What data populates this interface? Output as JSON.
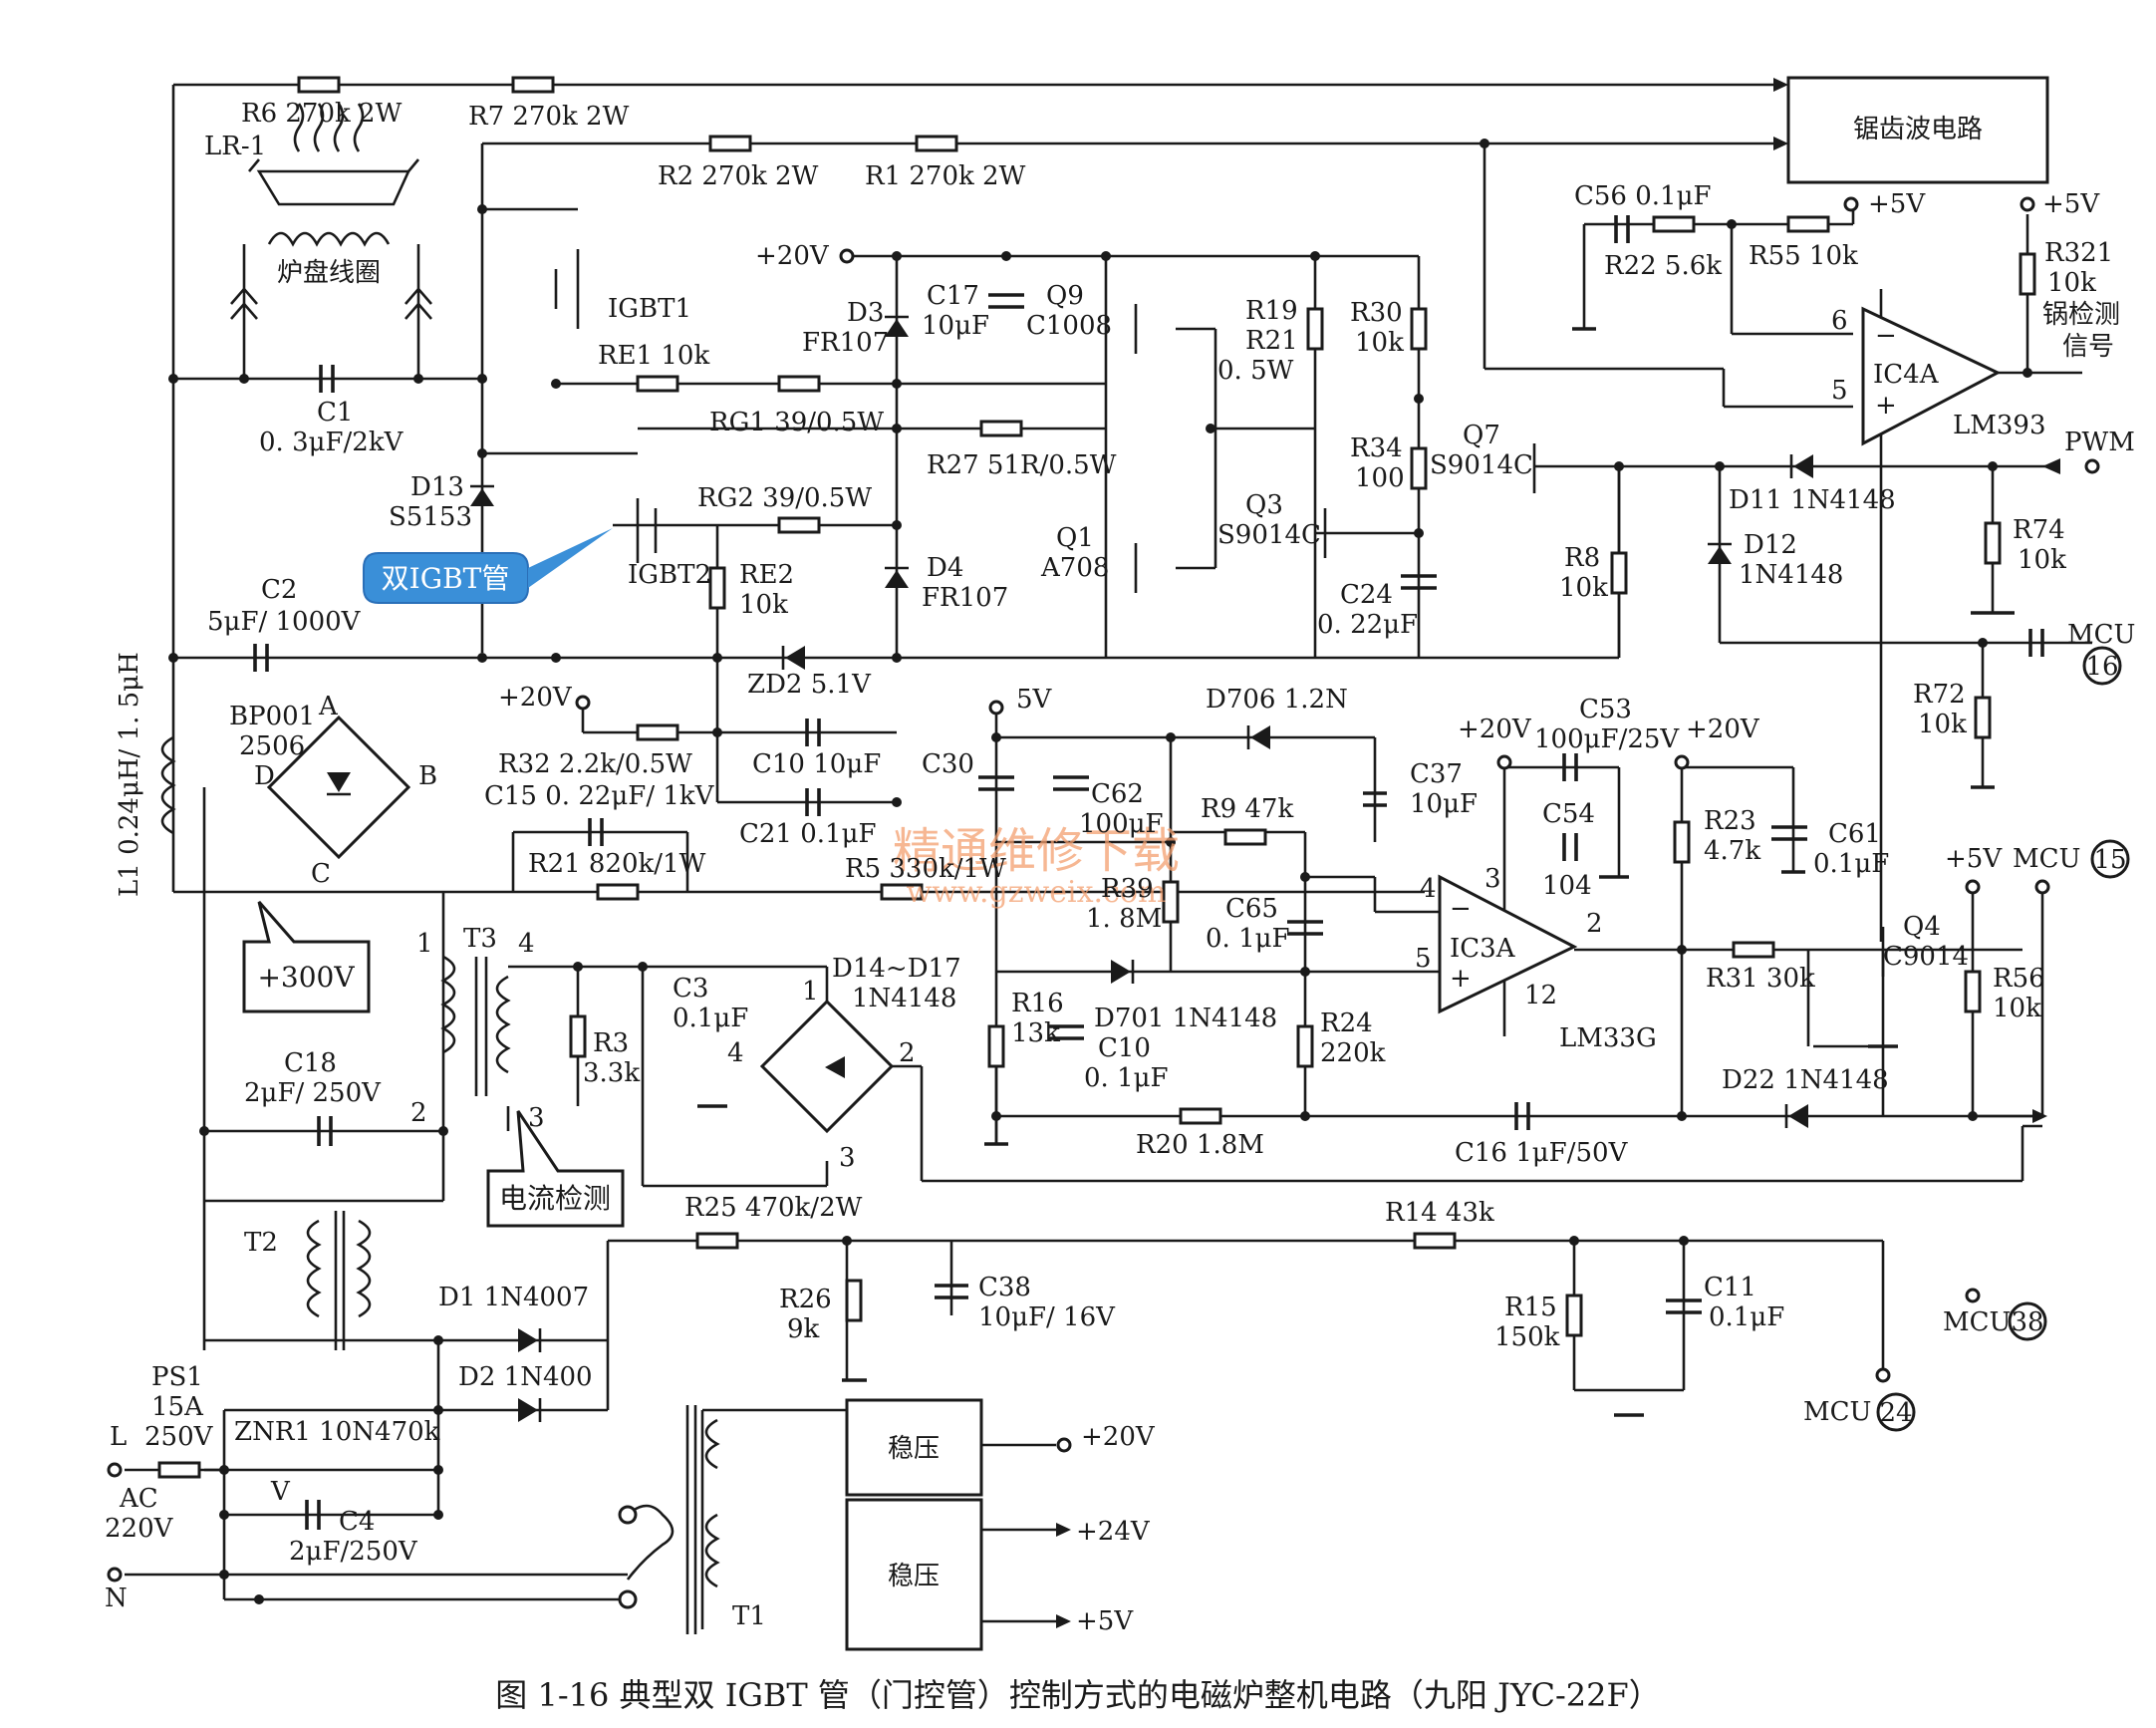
{
  "caption": "图 1-16   典型双 IGBT 管（门控管）控制方式的电磁炉整机电路（九阳 JYC-22F）",
  "callouts": {
    "dual_igbt": "双IGBT管",
    "v300": "+300V",
    "current_detect": "电流检测"
  },
  "watermark": {
    "text": "精通维修下载",
    "url": "www.gzweix.com"
  },
  "blocks": {
    "sawtooth": "锯齿波电路",
    "reg1": "稳压",
    "reg2": "稳压"
  },
  "ics": {
    "ic4a": {
      "name": "IC4A",
      "part": "LM393",
      "pin6": "6",
      "pin5": "5"
    },
    "ic3a": {
      "name": "IC3A",
      "part": "LM33G",
      "pin4": "4",
      "pin3": "3",
      "pin5": "5",
      "pin2": "2",
      "pin12": "12"
    }
  },
  "labels": {
    "r6": "R6 270k 2W",
    "r7": "R7 270k 2W",
    "lr1": "LR-1",
    "coil": "炉盘线圈",
    "r2": "R2 270k 2W",
    "r1": "R1 270k 2W",
    "c1": "C1",
    "c1v": "0. 3μF/2kV",
    "igbt1": "IGBT1",
    "re1": "RE1 10k",
    "rg1": "RG1 39/0.5W",
    "d13": "D13",
    "d13v": "S5153",
    "rg2": "RG2 39/0.5W",
    "igbt2": "IGBT2",
    "re2": "RE2",
    "re2v": "10k",
    "c2": "C2",
    "c2v": "5μF/ 1000V",
    "l1": "L1 0.24μH/ 1. 5μH",
    "bp": "BP001",
    "bpv": "2506",
    "bpA": "A",
    "bpB": "B",
    "bpC": "C",
    "bpD": "D",
    "v20a": "+20V",
    "d3": "D3",
    "d3v": "FR107",
    "c17": "C17",
    "c17v": "10μF",
    "q9": "Q9",
    "q9v": "C1008",
    "r27": "R27 51R/0.5W",
    "r19": "R19",
    "r21x": "R21",
    "r19v": "0. 5W",
    "r30": "R30",
    "r30v": "10k",
    "r34": "R34",
    "r34v": "100",
    "q7": "Q7",
    "q7v": "S9014C",
    "q3": "Q3",
    "q3v": "S9014C",
    "q1": "Q1",
    "q1v": "A708",
    "d4": "D4",
    "d4v": "FR107",
    "c24": "C24",
    "c24v": "0. 22μF",
    "c56": "C56 0.1μF",
    "r22": "R22 5.6k",
    "r55": "R55 10k",
    "p5va": "+5V",
    "p5vb": "+5V",
    "r321": "R321",
    "r321v": "10k",
    "pot1": "锅检测",
    "pot2": "信号",
    "pwm": "PWM",
    "d11": "D11 1N4148",
    "d12": "D12",
    "d12v": "1N4148",
    "r8": "R8",
    "r8v": "10k",
    "r74": "R74",
    "r74v": "10k",
    "mcu16": "MCU",
    "n16": "16",
    "r72": "R72",
    "r72v": "10k",
    "zd2": "ZD2 5.1V",
    "v20b": "+20V",
    "r32": "R32 2.2k/0.5W",
    "c15": "C15  0. 22μF/ 1kV",
    "c10a": "C10 10μF",
    "c30": "C30",
    "v5": "5V",
    "d706": "D706 1.2N",
    "c62": "C62",
    "c62v": "100μF",
    "c37": "C37",
    "c37v": "10μF",
    "r9": "R9 47k",
    "c21": "C21 0.1μF",
    "r21": "R21 820k/1W",
    "r5": "R5 330k/1W",
    "r39": "R39",
    "r39v": "1. 8M",
    "c65": "C65",
    "c65v": "0. 1μF",
    "v20c": "+20V",
    "c53": "C53",
    "c53v": "100μF/25V",
    "v20d": "+20V",
    "c54": "C54",
    "c54v": "104",
    "r23": "R23",
    "r23v": "4.7k",
    "c61": "C61",
    "c61v": "0.1μF",
    "p5vc": "+5V",
    "mcu15": "MCU",
    "n15": "15",
    "q4": "Q4",
    "q4v": "C9014",
    "r31": "R31 30k",
    "r56": "R56",
    "r56v": "10k",
    "t3": "T3",
    "t3p1": "1",
    "t3p4": "4",
    "t3p2": "2",
    "t3p3": "3",
    "c3": "C3",
    "c3v": "0.1μF",
    "r3": "R3",
    "r3v": "3.3k",
    "d14": "D14~D17",
    "d14v": "1N4148",
    "bd1": "1",
    "bd4": "4",
    "bd2": "2",
    "bd3": "3",
    "r16": "R16",
    "r16v": "13k",
    "d701": "D701 1N4148",
    "c10b": "C10",
    "c10bv": "0. 1μF",
    "r24": "R24",
    "r24v": "220k",
    "d22": "D22 1N4148",
    "c18": "C18",
    "c18v": "2μF/ 250V",
    "r20": "R20 1.8M",
    "c16": "C16 1μF/50V",
    "t2": "T2",
    "r25": "R25 470k/2W",
    "r14": "R14  43k",
    "d1": "D1 1N4007",
    "d2": "D2 1N400",
    "r26": "R26",
    "r26v": "9k",
    "c38": "C38",
    "c38v": "10μF/ 16V",
    "r15": "R15",
    "r15v": "150k",
    "c11": "C11",
    "c11v": "0.1μF",
    "mcu38": "MCU",
    "n38": "38",
    "mcu24": "MCU",
    "n24": "24",
    "ps1": "PS1",
    "ps1a": "15A",
    "ps1v": "250V",
    "lterm": "L",
    "znr1": "ZNR1 10N470k",
    "vv": "V",
    "ac": "AC",
    "ac2": "220V",
    "c4": "C4",
    "c4v": "2μF/250V",
    "nterm": "N",
    "out20": "+20V",
    "out24": "+24V",
    "out5": "+5V",
    "t1": "T1"
  }
}
